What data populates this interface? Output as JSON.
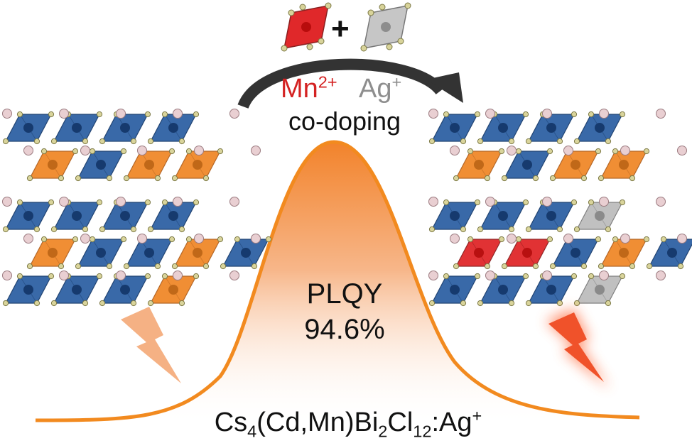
{
  "dopants": {
    "mn": {
      "base": "Mn",
      "charge": "2+"
    },
    "ag": {
      "base": "Ag",
      "charge": "+"
    },
    "plus": "+",
    "caption": "co-doping"
  },
  "plqy": {
    "label": "PLQY",
    "value": "94.6%"
  },
  "formula": {
    "cs": "Cs",
    "cs_n": "4",
    "mid": "(Cd,Mn)Bi",
    "bi_n": "2",
    "cl": "Cl",
    "cl_n": "12",
    "tail": ":Ag",
    "tail_charge": "+"
  },
  "colors": {
    "mn_red": "#e0282a",
    "ag_gray": "#bdbdbd",
    "orange": "#f0892a",
    "blue": "#1f4f8c",
    "arrow": "#333333"
  }
}
